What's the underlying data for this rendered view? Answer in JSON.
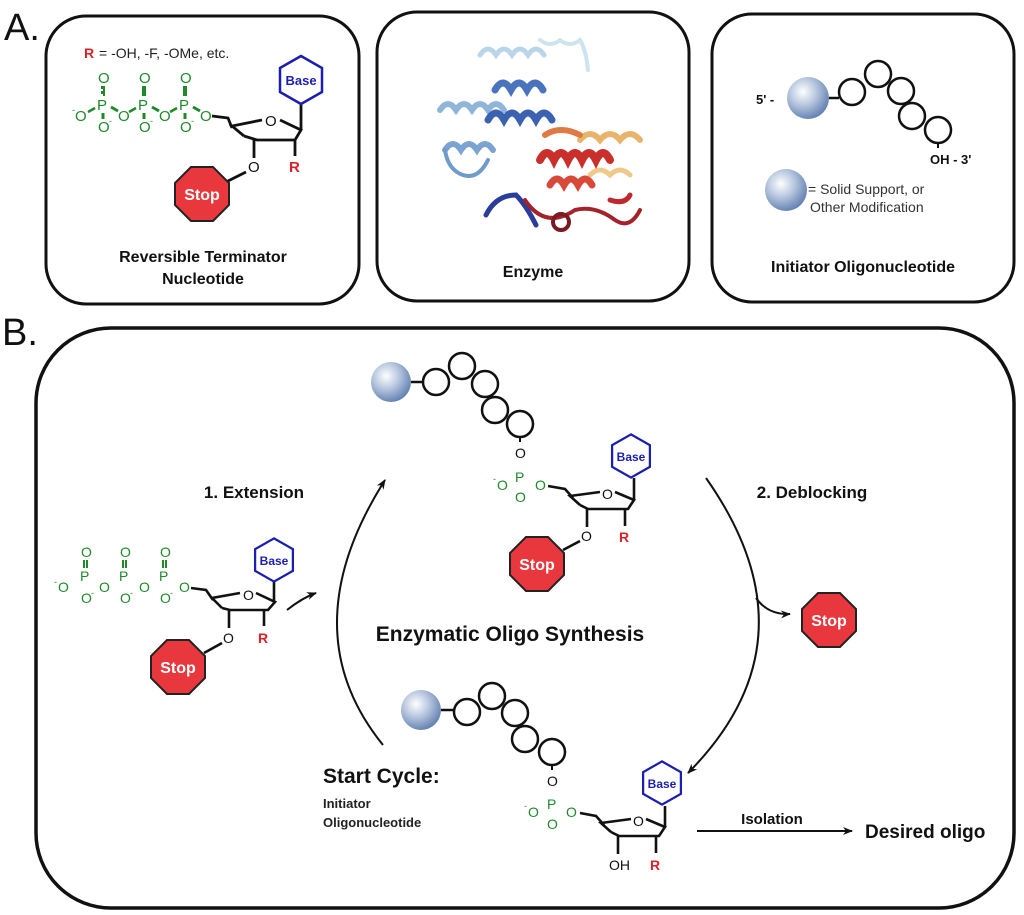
{
  "panel_a": {
    "label": "A.",
    "nucleotide_box": {
      "r_definition_symbol": "R",
      "r_definition_text": "= -OH, -F, -OMe, etc.",
      "caption_line1": "Reversible Terminator",
      "caption_line2": "Nucleotide"
    },
    "enzyme_box": {
      "caption": "Enzyme"
    },
    "initiator_box": {
      "five_prime": "5' -",
      "three_prime": "OH - 3'",
      "legend_line1": "= Solid Support, or",
      "legend_line2": "Other Modification",
      "caption": "Initiator Oligonucleotide"
    }
  },
  "panel_b": {
    "label": "B.",
    "center_title": "Enzymatic Oligo Synthesis",
    "step1": "1. Extension",
    "step2": "2. Deblocking",
    "start_title": "Start Cycle:",
    "start_sub1": "Initiator",
    "start_sub2": "Oligonucleotide",
    "isolation": "Isolation",
    "product": "Desired oligo"
  },
  "chem": {
    "base": "Base",
    "stop": "Stop",
    "r": "R",
    "o": "O",
    "p": "P",
    "oh": "OH",
    "o_minus": "-O",
    "o_minus_sup": "O-"
  },
  "colors": {
    "phosphate_green": "#1f8a2a",
    "base_blue": "#1b1fb0",
    "stop_red": "#e8383d",
    "r_red": "#d8232a",
    "bead_blue": "#7f9ac4"
  }
}
